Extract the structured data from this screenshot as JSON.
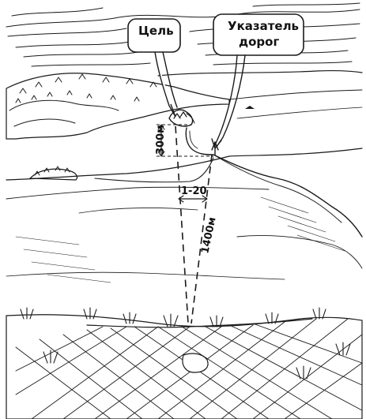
{
  "labels": {
    "target": "Цель",
    "road_sign_line1": "Указатель",
    "road_sign_line2": "дорог",
    "depth": "300м",
    "angle": "1-20",
    "range": "1400м"
  },
  "colors": {
    "ink": "#1a1a1a",
    "paper": "#ffffff"
  }
}
